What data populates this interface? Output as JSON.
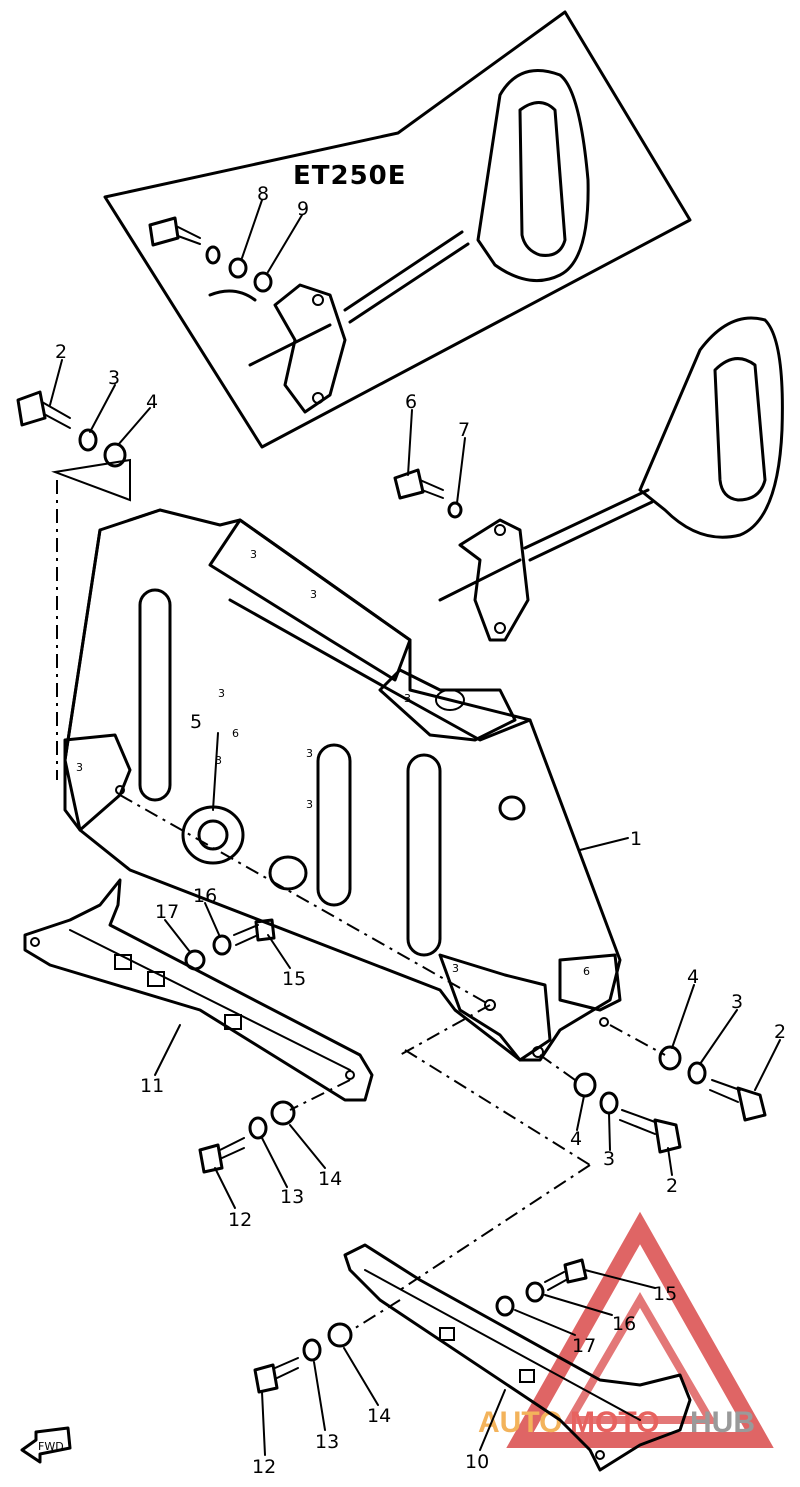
{
  "variant_label": "ET250E",
  "front_arrow_label": "FWD",
  "watermark": {
    "brand_part1": "AUTO",
    "brand_part2": "MOTO",
    "brand_part3": "HUB",
    "colors": {
      "triangle": "#d94a4a",
      "auto": "#f3b35b",
      "moto": "#e7625f",
      "hub": "#9a9a9a"
    }
  },
  "face_marks": {
    "three": "3",
    "six": "6"
  },
  "callouts": [
    {
      "id": "c1",
      "text": "1"
    },
    {
      "id": "c2a",
      "text": "2"
    },
    {
      "id": "c3a",
      "text": "3"
    },
    {
      "id": "c4a",
      "text": "4"
    },
    {
      "id": "c5",
      "text": "5"
    },
    {
      "id": "c6",
      "text": "6"
    },
    {
      "id": "c7",
      "text": "7"
    },
    {
      "id": "c8",
      "text": "8"
    },
    {
      "id": "c9",
      "text": "9"
    },
    {
      "id": "c4b",
      "text": "4"
    },
    {
      "id": "c3b",
      "text": "3"
    },
    {
      "id": "c2b",
      "text": "2"
    },
    {
      "id": "c4c",
      "text": "4"
    },
    {
      "id": "c3c",
      "text": "3"
    },
    {
      "id": "c2c",
      "text": "2"
    },
    {
      "id": "c17a",
      "text": "17"
    },
    {
      "id": "c16a",
      "text": "16"
    },
    {
      "id": "c15a",
      "text": "15"
    },
    {
      "id": "c11",
      "text": "11"
    },
    {
      "id": "c12a",
      "text": "12"
    },
    {
      "id": "c13a",
      "text": "13"
    },
    {
      "id": "c14a",
      "text": "14"
    },
    {
      "id": "c15b",
      "text": "15"
    },
    {
      "id": "c16b",
      "text": "16"
    },
    {
      "id": "c17b",
      "text": "17"
    },
    {
      "id": "c10",
      "text": "10"
    },
    {
      "id": "c12b",
      "text": "12"
    },
    {
      "id": "c13b",
      "text": "13"
    },
    {
      "id": "c14b",
      "text": "14"
    }
  ]
}
